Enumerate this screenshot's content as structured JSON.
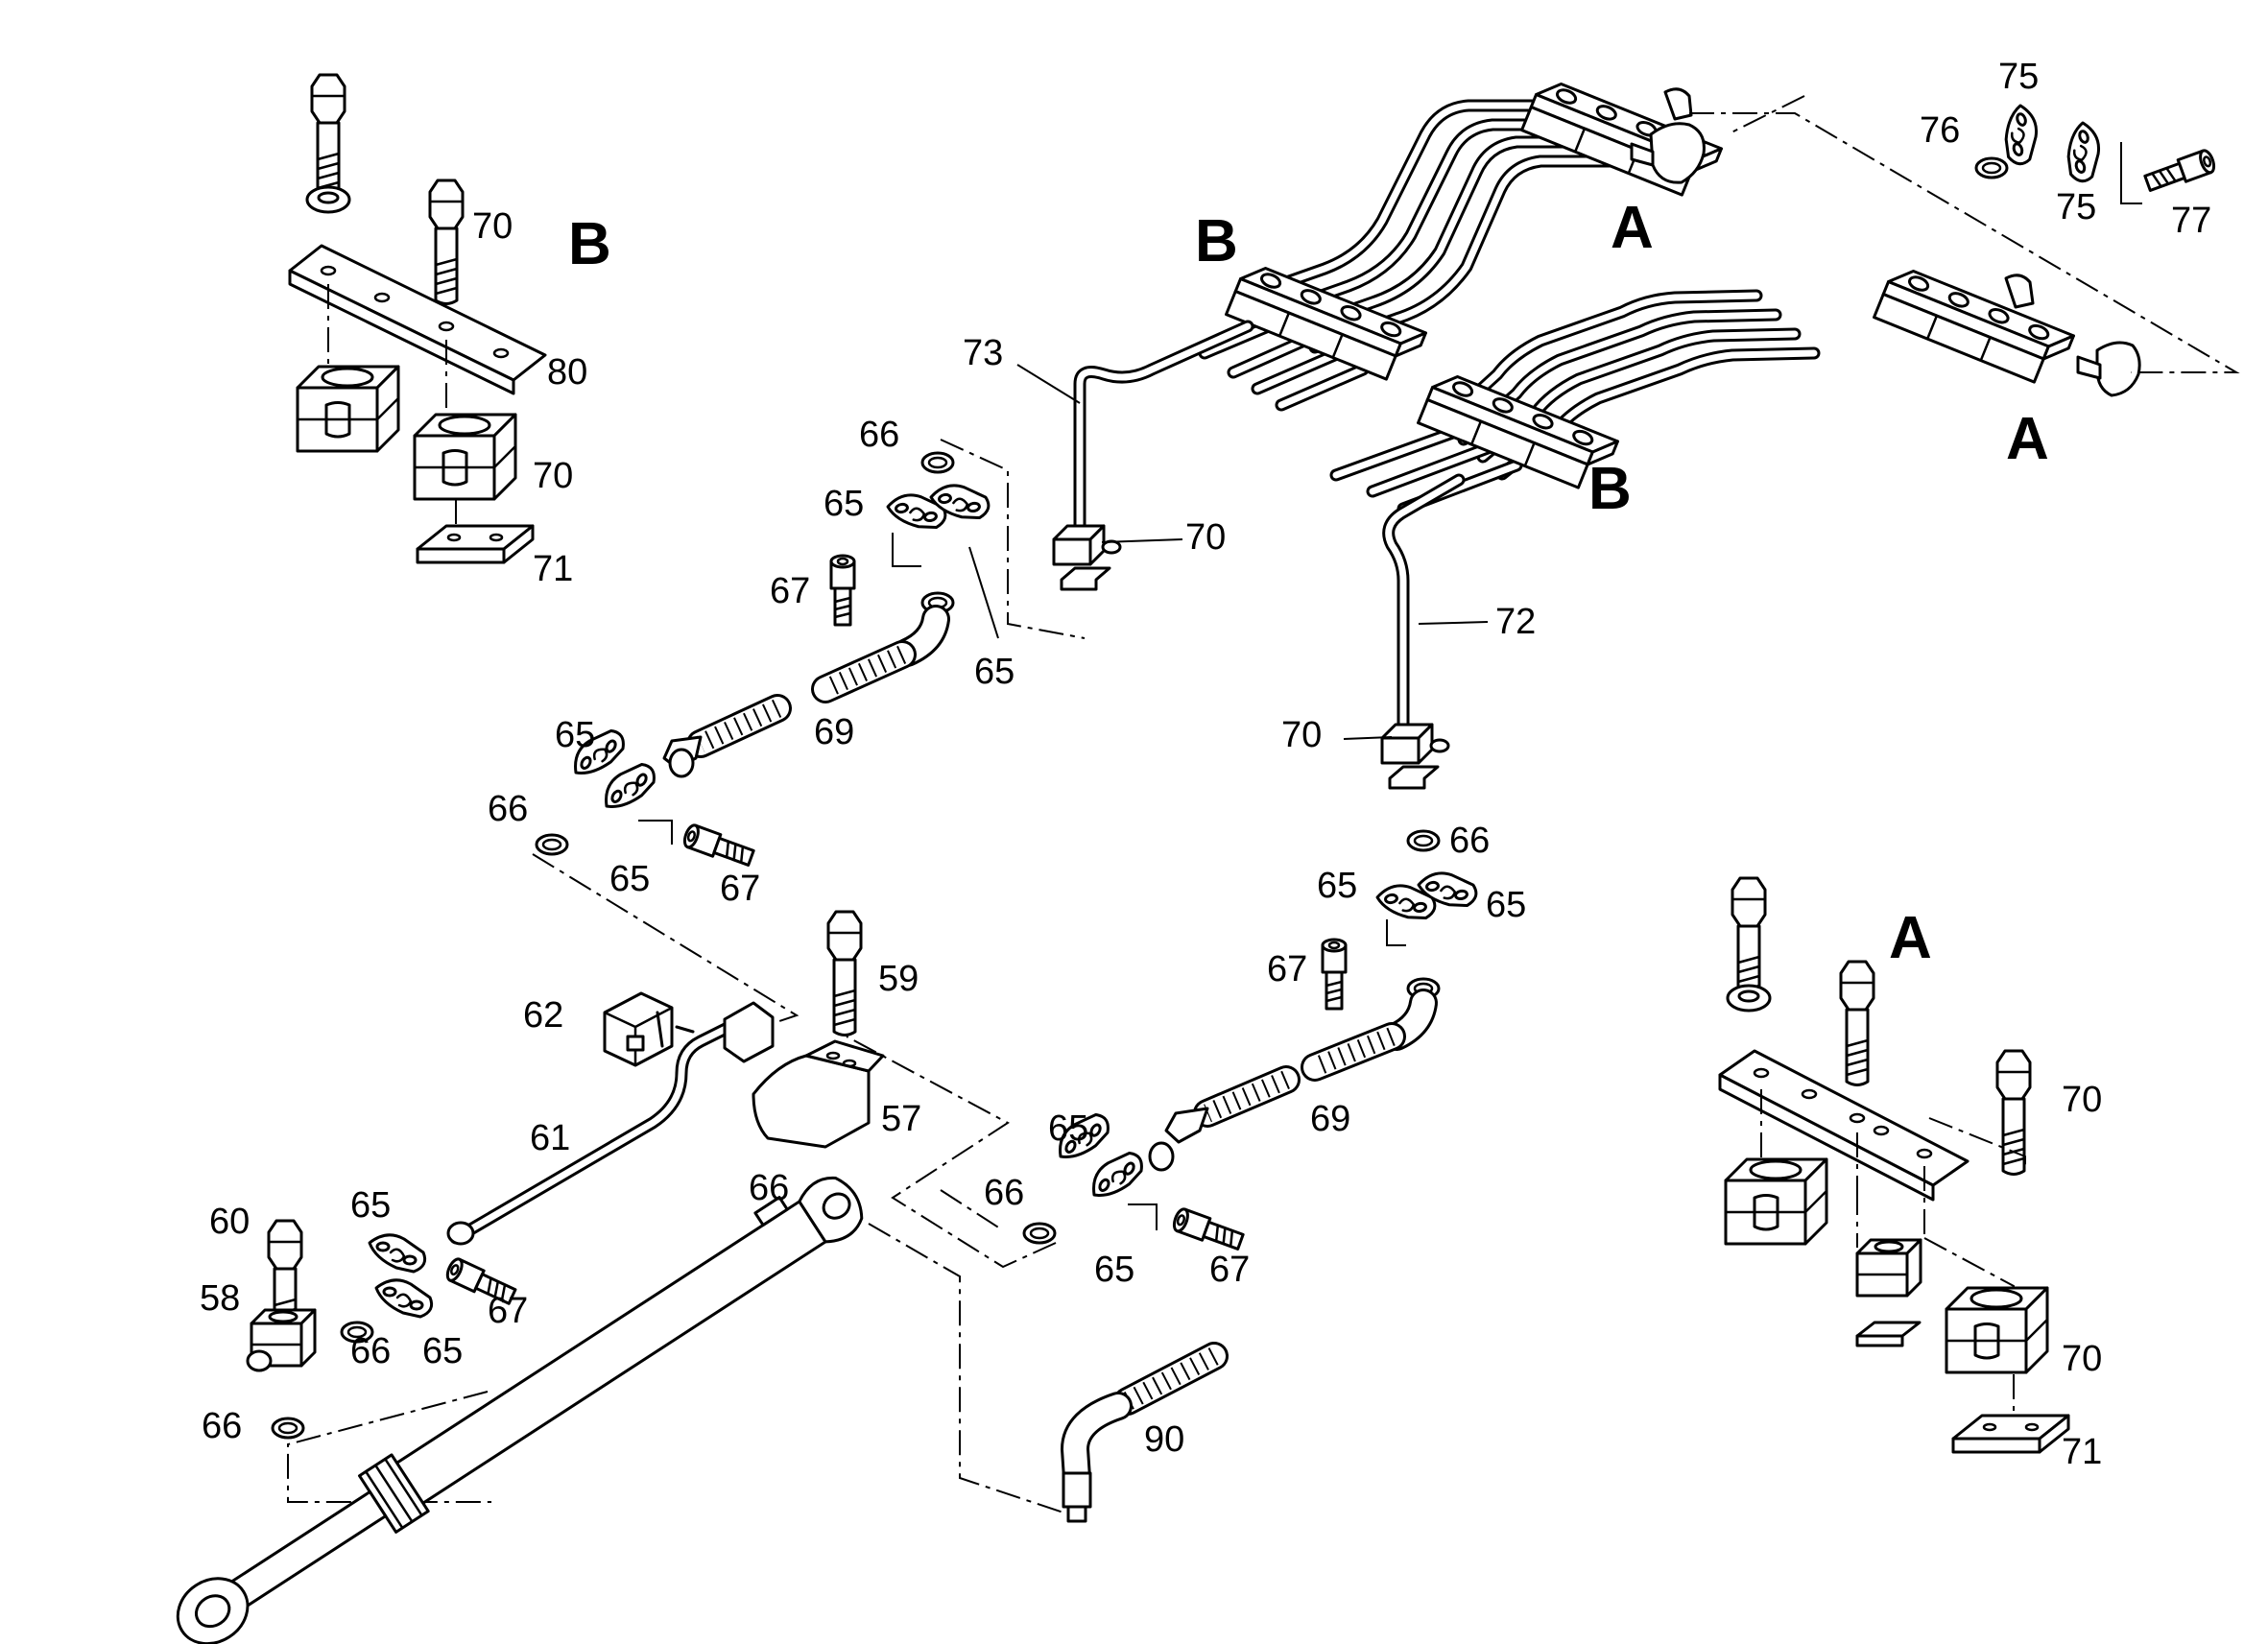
{
  "palette": {
    "ink": "#000000",
    "paper": "#ffffff"
  },
  "callouts": [
    {
      "text": "70"
    },
    {
      "text": "80"
    },
    {
      "text": "70"
    },
    {
      "text": "71"
    },
    {
      "text": "73"
    },
    {
      "text": "66"
    },
    {
      "text": "65"
    },
    {
      "text": "70"
    },
    {
      "text": "67"
    },
    {
      "text": "65"
    },
    {
      "text": "69"
    },
    {
      "text": "65"
    },
    {
      "text": "66"
    },
    {
      "text": "65"
    },
    {
      "text": "67"
    },
    {
      "text": "72"
    },
    {
      "text": "70"
    },
    {
      "text": "66"
    },
    {
      "text": "65"
    },
    {
      "text": "65"
    },
    {
      "text": "67"
    },
    {
      "text": "69"
    },
    {
      "text": "59"
    },
    {
      "text": "62"
    },
    {
      "text": "57"
    },
    {
      "text": "61"
    },
    {
      "text": "66"
    },
    {
      "text": "65"
    },
    {
      "text": "66"
    },
    {
      "text": "65"
    },
    {
      "text": "67"
    },
    {
      "text": "60"
    },
    {
      "text": "65"
    },
    {
      "text": "58"
    },
    {
      "text": "67"
    },
    {
      "text": "66"
    },
    {
      "text": "65"
    },
    {
      "text": "66"
    },
    {
      "text": "90"
    },
    {
      "text": "75"
    },
    {
      "text": "76"
    },
    {
      "text": "75"
    },
    {
      "text": "77"
    },
    {
      "text": "70"
    },
    {
      "text": "70"
    },
    {
      "text": "71"
    }
  ],
  "detail_refs": [
    {
      "text": "B"
    },
    {
      "text": "B"
    },
    {
      "text": "B"
    },
    {
      "text": "A"
    },
    {
      "text": "A"
    },
    {
      "text": "A"
    }
  ]
}
